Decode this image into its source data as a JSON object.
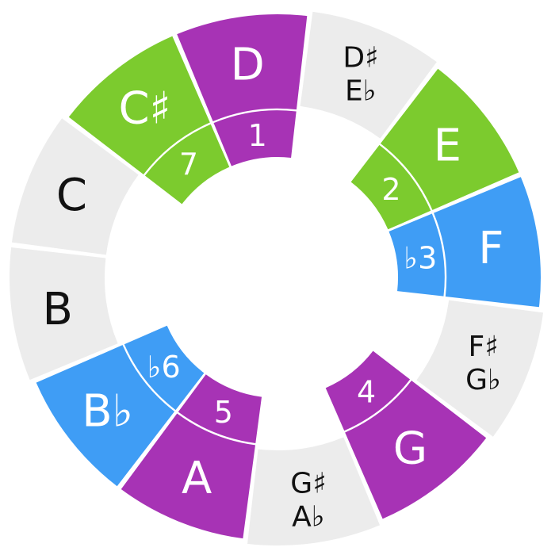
{
  "colors": {
    "purple": "#a733b5",
    "green": "#7ccb2e",
    "blue": "#3f9df5",
    "gray": "#ececec",
    "white_text": "#ffffff",
    "black_text": "#111111"
  },
  "notes": [
    {
      "lines": [
        "D"
      ],
      "color": "purple",
      "text_color": "white_text",
      "degree": "1"
    },
    {
      "lines": [
        "D♯",
        "E♭"
      ],
      "color": "gray",
      "text_color": "black_text"
    },
    {
      "lines": [
        "E"
      ],
      "color": "green",
      "text_color": "white_text",
      "degree": "2"
    },
    {
      "lines": [
        "F"
      ],
      "color": "blue",
      "text_color": "white_text",
      "degree": "♭3"
    },
    {
      "lines": [
        "F♯",
        "G♭"
      ],
      "color": "gray",
      "text_color": "black_text"
    },
    {
      "lines": [
        "G"
      ],
      "color": "purple",
      "text_color": "white_text",
      "degree": "4"
    },
    {
      "lines": [
        "G♯",
        "A♭"
      ],
      "color": "gray",
      "text_color": "black_text"
    },
    {
      "lines": [
        "A"
      ],
      "color": "purple",
      "text_color": "white_text",
      "degree": "5"
    },
    {
      "lines": [
        "B♭"
      ],
      "color": "blue",
      "text_color": "white_text",
      "degree": "♭6"
    },
    {
      "lines": [
        "B"
      ],
      "color": "gray",
      "text_color": "black_text"
    },
    {
      "lines": [
        "C"
      ],
      "color": "gray",
      "text_color": "black_text"
    },
    {
      "lines": [
        "C♯"
      ],
      "color": "green",
      "text_color": "white_text",
      "degree": "7"
    }
  ]
}
